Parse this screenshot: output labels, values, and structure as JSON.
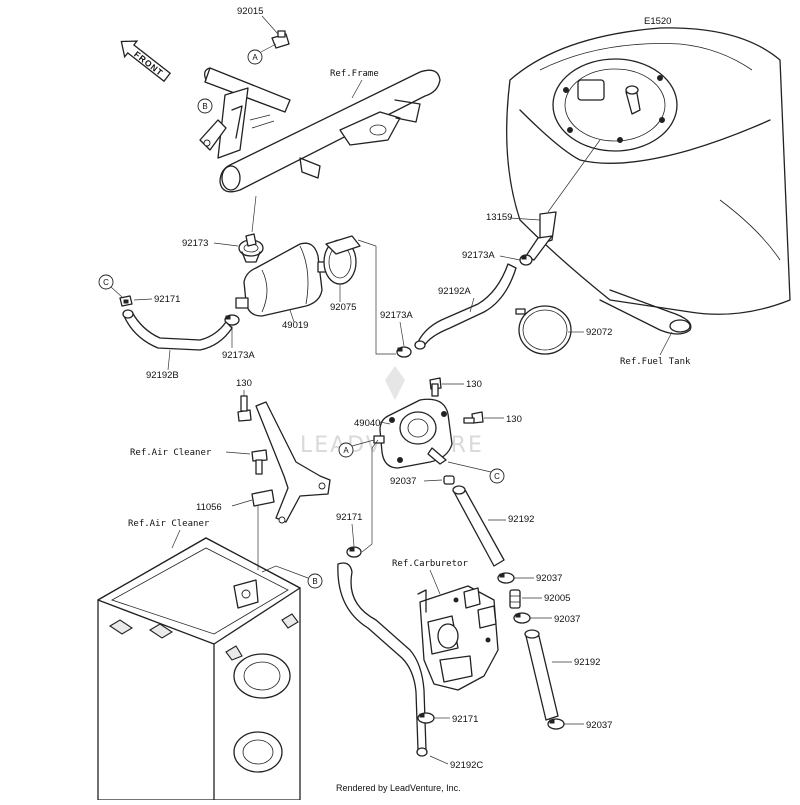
{
  "diagram_code": "E1520",
  "front_label": "FRONT",
  "watermark": "LEADVENTURE",
  "footer": "Rendered by LeadVenture, Inc.",
  "references": {
    "frame": "Ref.Frame",
    "fuel_tank": "Ref.Fuel Tank",
    "air_cleaner_1": "Ref.Air Cleaner",
    "air_cleaner_2": "Ref.Air Cleaner",
    "carburetor": "Ref.Carburetor"
  },
  "circle_markers": {
    "a": "A",
    "b": "B",
    "c": "C"
  },
  "parts": {
    "p92015": "92015",
    "p92173": "92173",
    "p92171_left": "92171",
    "p92192B": "92192B",
    "p92173A_left": "92173A",
    "p49019": "49019",
    "p92075": "92075",
    "p13159": "13159",
    "p92173A_right": "92173A",
    "p92192A": "92192A",
    "p92173A_mid": "92173A",
    "p92072": "92072",
    "p130_left": "130",
    "p130_top": "130",
    "p130_right": "130",
    "p49040": "49040",
    "p92037_top": "92037",
    "p11056": "11056",
    "p92171_mid": "92171",
    "p92192_top": "92192",
    "p92037_a": "92037",
    "p92005": "92005",
    "p92037_b": "92037",
    "p92192_low": "92192",
    "p92037_c": "92037",
    "p92171_low": "92171",
    "p92192C": "92192C"
  }
}
